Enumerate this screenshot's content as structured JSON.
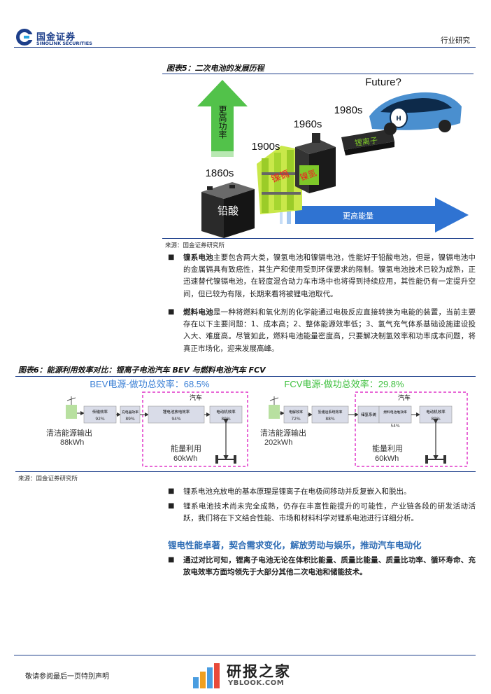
{
  "header": {
    "logo_cn": "国金证券",
    "logo_en": "SINOLINK SECURITIES",
    "section_tag": "行业研究"
  },
  "figure5": {
    "title": "图表5：二次电池的发展历程",
    "arrow_up_label": "更高功率",
    "arrow_right_label": "更高能量",
    "eras": [
      {
        "year": "1860s",
        "name": "铅酸"
      },
      {
        "year": "1900s",
        "name": "镍镉"
      },
      {
        "year": "1960s",
        "name": "镍氢"
      },
      {
        "year": "1980s",
        "name": "锂离子"
      },
      {
        "year": "Future?",
        "name": ""
      }
    ],
    "source": "来源：国金证券研究所"
  },
  "bullets_1": [
    {
      "bold": "镍系电池",
      "text": "主要包含两大类，镍氢电池和镍镉电池，性能好于铅酸电池，但是，镍镉电池中的金属镉具有致癌性，其生产和使用受到环保要求的限制。镍氢电池技术已较为成熟，正迅速替代镍镉电池，在轻度混合动力车市场中也将得到持续应用，其性能仍有一定提升空间，但已较为有限，长期来看将被锂电池取代。"
    },
    {
      "bold": "燃料电池",
      "text": "是一种将燃料和氧化剂的化学能通过电极反应直接转换为电能的装置，当前主要存在以下主要问题：1、成本高；2、整体能源效率低；3、氢气充气体系基础设施建设投入大、难度高。尽管如此，燃料电池能量密度高，只要解决制氢效率和功率成本问题，将真正市场化，迎来发展高峰。"
    }
  ],
  "figure6": {
    "title": "图表6：能源利用效率对比：锂离子电池汽车 BEV 与燃料电池汽车 FCV",
    "bev": {
      "headline": "BEV电源-做功总效率：68.5%",
      "car_label": "汽车",
      "source_label": "清洁能源输出",
      "source_value": "88kWh",
      "use_label": "能量利用",
      "use_value": "60kWh",
      "steps": [
        {
          "name": "传输效率",
          "value": "92%"
        },
        {
          "name": "充电器效率",
          "value": "89%"
        },
        {
          "name": "锂电池放电效率",
          "value": "94%"
        },
        {
          "name": "电动机效率",
          "value": "89%"
        }
      ]
    },
    "fcv": {
      "headline": "FCV电源-做功总效率：29.8%",
      "car_label": "汽车",
      "source_label": "清洁能源输出",
      "source_value": "202kWh",
      "use_label": "能量利用",
      "use_value": "60kWh",
      "steps": [
        {
          "name": "电解效率",
          "value": "72%"
        },
        {
          "name": "氢储运系统效率",
          "value": "88%"
        },
        {
          "name": "储氢系统",
          "value": ""
        },
        {
          "name": "燃料电池堆效率",
          "value": "54%"
        },
        {
          "name": "电动机效率",
          "value": "89%"
        }
      ]
    },
    "source": "来源：国金证券研究所"
  },
  "bullets_2": [
    {
      "text": "锂系电池充放电的基本原理是锂离子在电极间移动并反复嵌入和脱出。"
    },
    {
      "text": "锂系电池技术尚未完全成熟，仍存在丰富性能提升的可能性，产业链各段的研发活动活跃，我们将在下文结合性能、市场和材料科学对锂系电池进行详细分析。"
    }
  ],
  "section_heading": "锂电性能卓著，契合需求变化，解放劳动与娱乐，推动汽车电动化",
  "bullets_3": [
    {
      "text": "通过对比可知，锂离子电池无论在体积比能量、质量比能量、质量比功率、循环寿命、充放电效率方面均领先于大部分其他二次电池和储能技术。"
    }
  ],
  "footer": {
    "note": "敬请参阅最后一页特别声明",
    "watermark_cn": "研报之家",
    "watermark_en": "YBLOOK.COM"
  },
  "colors": {
    "brand": "#1c3e8a",
    "bev_blue": "#3a7fd5",
    "fcv_green": "#3cbf3c",
    "car_dash": "#e036c8"
  }
}
